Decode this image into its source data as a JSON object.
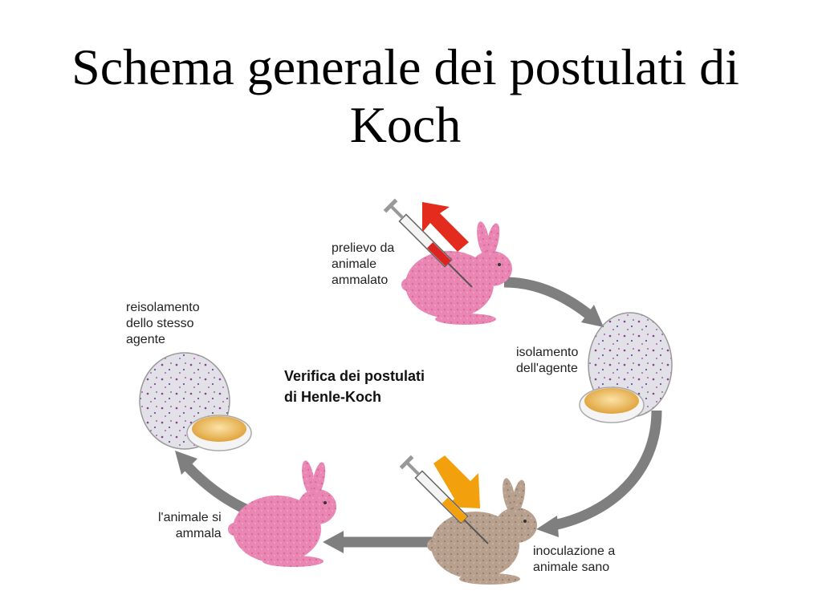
{
  "title": {
    "line1": "Schema generale dei postulati di",
    "line2": "Koch"
  },
  "center": {
    "line1": "Verifica dei postulati",
    "line2": "di Henle-Koch"
  },
  "steps": [
    {
      "lines": [
        "prelievo da",
        "animale",
        "ammalato"
      ]
    },
    {
      "lines": [
        "isolamento",
        "dell'agente"
      ]
    },
    {
      "lines": [
        "inoculazione a",
        "animale sano"
      ]
    },
    {
      "lines": [
        "l'animale si",
        "ammala"
      ]
    },
    {
      "lines": [
        "reisolamento",
        "dello stesso",
        "agente"
      ]
    }
  ],
  "colors": {
    "sick_rabbit": "#e87fae",
    "healthy_rabbit": "#b39a88",
    "cycle_arrow": "#7f7f7f",
    "extraction_arrow": "#e32b1e",
    "inoculation_arrow": "#f2a10c",
    "agar": "#f2c45c"
  }
}
